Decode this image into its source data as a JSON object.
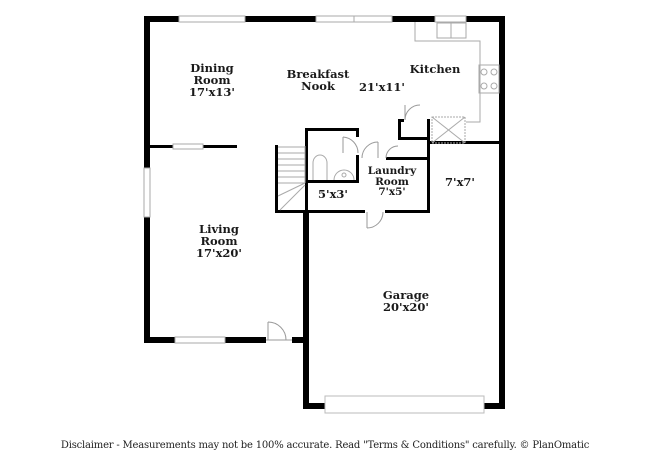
{
  "floorplan": {
    "rooms": [
      {
        "id": "dining-room",
        "name": "Dining Room",
        "lines": [
          "Dining",
          "Room",
          "17'x13'"
        ],
        "dimensions": "17'x13'"
      },
      {
        "id": "breakfast-nook",
        "name": "Breakfast Nook",
        "lines": [
          "Breakfast",
          "Nook"
        ],
        "dimensions": ""
      },
      {
        "id": "kitchen",
        "name": "Kitchen",
        "lines": [
          "Kitchen"
        ],
        "dimensions": "21'x11'"
      },
      {
        "id": "kitchen-dims",
        "lines": [
          "21'x11'"
        ]
      },
      {
        "id": "laundry-room",
        "name": "Laundry Room",
        "lines": [
          "Laundry",
          "Room",
          "7'x5'"
        ],
        "dimensions": "7'x5'"
      },
      {
        "id": "half-bath",
        "name": "",
        "lines": [
          "5'x3'"
        ],
        "dimensions": "5'x3'"
      },
      {
        "id": "storage",
        "name": "",
        "lines": [
          "7'x7'"
        ],
        "dimensions": "7'x7'"
      },
      {
        "id": "living-room",
        "name": "Living Room",
        "lines": [
          "Living",
          "Room",
          "17'x20'"
        ],
        "dimensions": "17'x20'"
      },
      {
        "id": "garage",
        "name": "Garage",
        "lines": [
          "Garage",
          "20'x20'"
        ],
        "dimensions": "20'x20'"
      }
    ],
    "colors": {
      "wall": "#000000",
      "window": "#bdbdbd",
      "fixture": "#a8a8a8",
      "background": "#ffffff"
    }
  },
  "footer": {
    "disclaimer": "Disclaimer - Measurements may not be 100% accurate. Read \"Terms & Conditions\" carefully. © PlanOmatic"
  }
}
